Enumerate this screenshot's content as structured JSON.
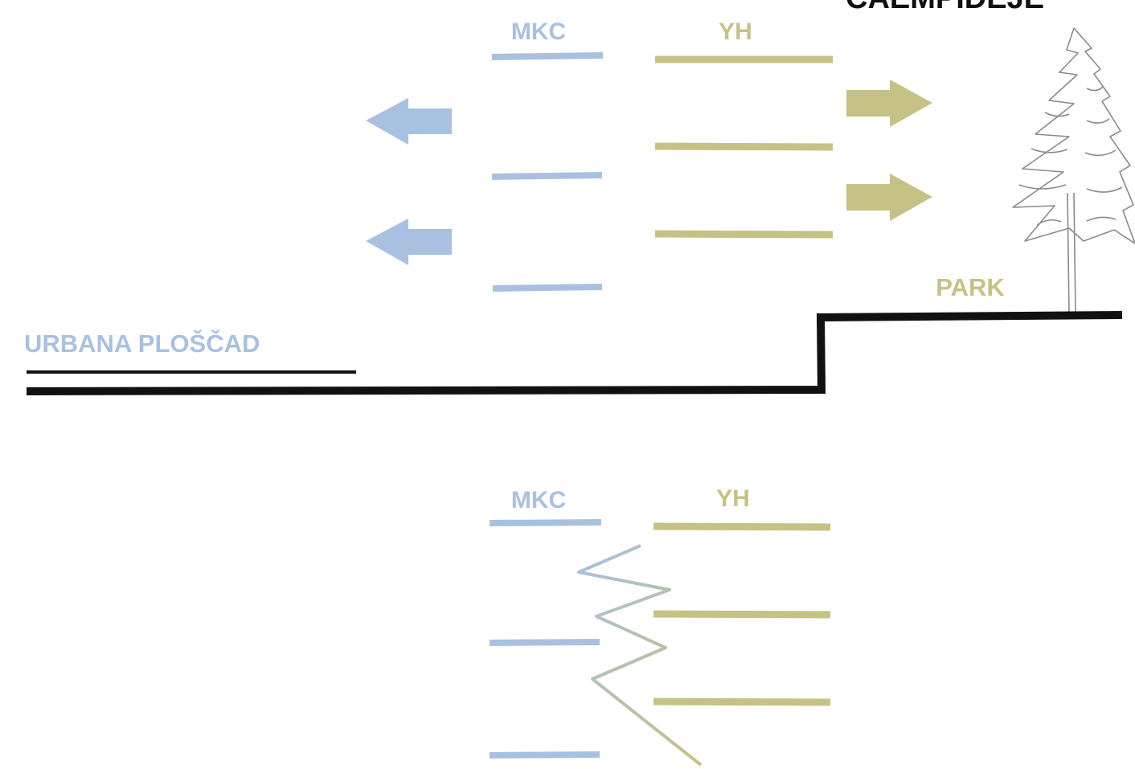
{
  "top_diagram": {
    "mkc_label": "MKC",
    "yh_label": "YH",
    "park_label": "PARK",
    "plaza_label": "URBANA PLOŠČAD",
    "cut_heading": "ČAEMPIDEJE"
  },
  "bottom_diagram": {
    "mkc_label": "MKC",
    "yh_label": "YH"
  },
  "colors": {
    "mkc_blue": "#a9c1e1",
    "yh_olive": "#c6c285",
    "ground": "#111111",
    "tree_outline": "#8a8a8a"
  },
  "icons": {
    "left_arrow": "arrow-left-icon",
    "right_arrow": "arrow-right-icon",
    "tree": "tree-icon"
  }
}
